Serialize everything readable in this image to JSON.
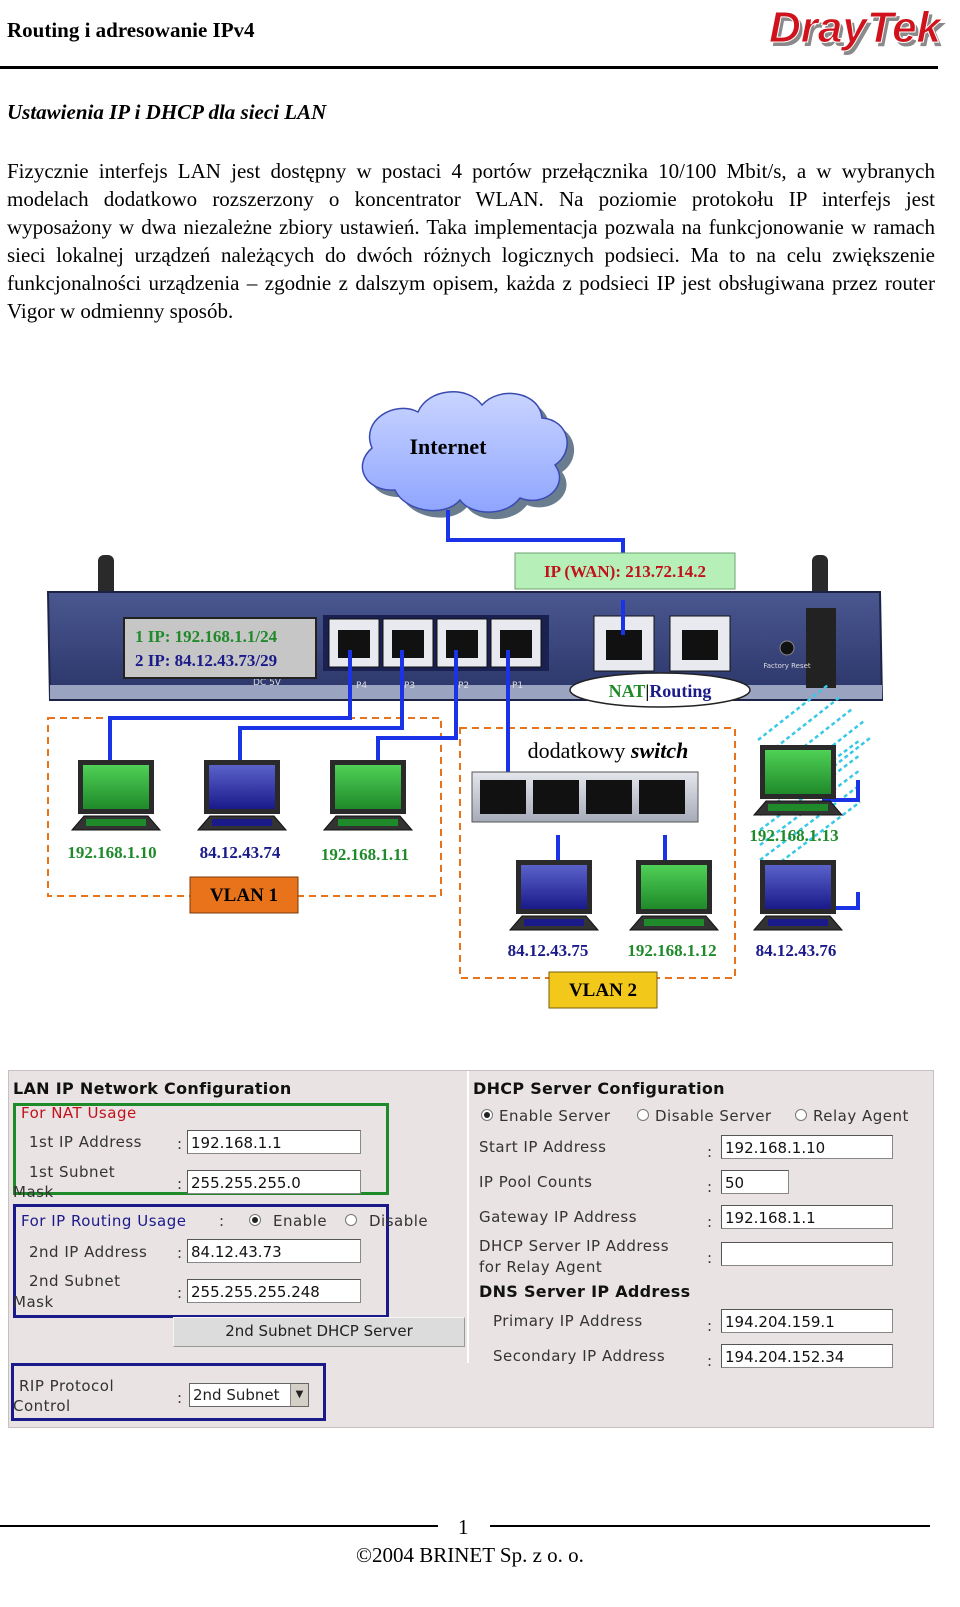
{
  "header": {
    "title": "Routing i adresowanie IPv4",
    "logo_text": "DrayTek"
  },
  "section_title": "Ustawienia IP i DHCP dla sieci LAN",
  "paragraph": "Fizycznie interfejs LAN jest dostępny w postaci 4 portów przełącznika 10/100 Mbit/s, a w wybranych modelach dodatkowo rozszerzony o koncentrator WLAN. Na poziomie protokołu IP interfejs jest wyposażony w dwa niezależne zbiory ustawień. Taka implementacja pozwala na funkcjonowanie w ramach sieci lokalnej urządzeń należących do dwóch różnych logicznych podsieci. Ma to na celu zwiększenie funkcjonalności urządzenia – zgodnie z dalszym opisem, każda z podsieci IP jest obsługiwana przez router Vigor w odmienny sposób.",
  "diagram": {
    "cloud_label": "Internet",
    "wan_label": "IP (WAN): 213.72.14.2",
    "lan_ip1": "1 IP: 192.168.1.1/24",
    "lan_ip2": "2 IP: 84.12.43.73/29",
    "dc_label": "DC 5V",
    "ports": [
      "P4",
      "P3",
      "P2",
      "P1"
    ],
    "factory_reset": "Factory Reset",
    "nat_label": "NAT",
    "routing_label": "Routing",
    "switch_label_regular": "dodatkowy ",
    "switch_label_italic": "switch",
    "hosts": {
      "h1": "192.168.1.10",
      "h2": "84.12.43.74",
      "h3": "192.168.1.11",
      "h4": "84.12.43.75",
      "h5": "192.168.1.12",
      "h6": "192.168.1.13",
      "h7": "84.12.43.76"
    },
    "vlan1": "VLAN 1",
    "vlan2": "VLAN 2",
    "colors": {
      "lan1": "#1f8a2a",
      "lan2": "#1a1a8a",
      "wire": "#1a33e6",
      "vlan1_fill": "#e8731a",
      "vlan2_fill": "#f2c81a",
      "accent_red": "#c1121c"
    }
  },
  "lan_config": {
    "title": "LAN IP Network Configuration",
    "nat_group": "For NAT Usage",
    "ip1_label": "1st IP Address",
    "ip1_value": "192.168.1.1",
    "mask1_label_a": "1st Subnet",
    "mask1_label_b": "Mask",
    "mask1_value": "255.255.255.0",
    "routing_group": "For IP Routing Usage",
    "enable": "Enable",
    "disable": "Disable",
    "ip2_label": "2nd IP Address",
    "ip2_value": "84.12.43.73",
    "mask2_label_a": "2nd Subnet",
    "mask2_label_b": "Mask",
    "mask2_value": "255.255.255.248",
    "dhcp_button": "2nd Subnet DHCP Server",
    "rip_label_a": "RIP Protocol",
    "rip_label_b": "Control",
    "rip_value": "2nd Subnet"
  },
  "dhcp_config": {
    "title": "DHCP Server Configuration",
    "enable_server": "Enable Server",
    "disable_server": "Disable Server",
    "relay_agent": "Relay Agent",
    "start_ip_label": "Start IP Address",
    "start_ip_value": "192.168.1.10",
    "pool_label": "IP Pool Counts",
    "pool_value": "50",
    "gateway_label": "Gateway IP Address",
    "gateway_value": "192.168.1.1",
    "relay_label_a": "DHCP Server IP Address",
    "relay_label_b": "for Relay Agent",
    "relay_value": "",
    "dns_title": "DNS Server IP Address",
    "primary_label": "Primary IP Address",
    "primary_value": "194.204.159.1",
    "secondary_label": "Secondary IP Address",
    "secondary_value": "194.204.152.34"
  },
  "footer": {
    "page": "1",
    "copyright": "©2004 BRINET Sp. z  o. o."
  }
}
